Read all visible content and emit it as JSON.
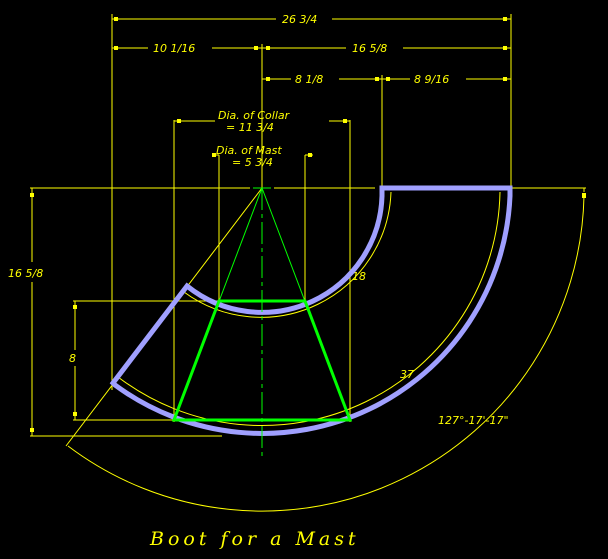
{
  "title": "Boot for a Mast",
  "colors": {
    "background": "#000000",
    "dimension": "#ffff00",
    "boot_outline": "#a0a0ff",
    "cone": "#00ff00"
  },
  "dimensions": {
    "overall_width": "26 3/4",
    "left_width": "10 1/16",
    "right_width": "16 5/8",
    "inner_offset": "8 1/8",
    "outer_offset": "8 9/16",
    "overall_height": "16 5/8",
    "cone_height": "8",
    "inner_radius": "18",
    "outer_radius": "37",
    "sweep_angle": "127°-17'-17\""
  },
  "labels": {
    "collar_line1": "Dia. of Collar",
    "collar_line2": "= 11 3/4",
    "mast_line1": "Dia. of Mast",
    "mast_line2": "= 5 3/4"
  }
}
